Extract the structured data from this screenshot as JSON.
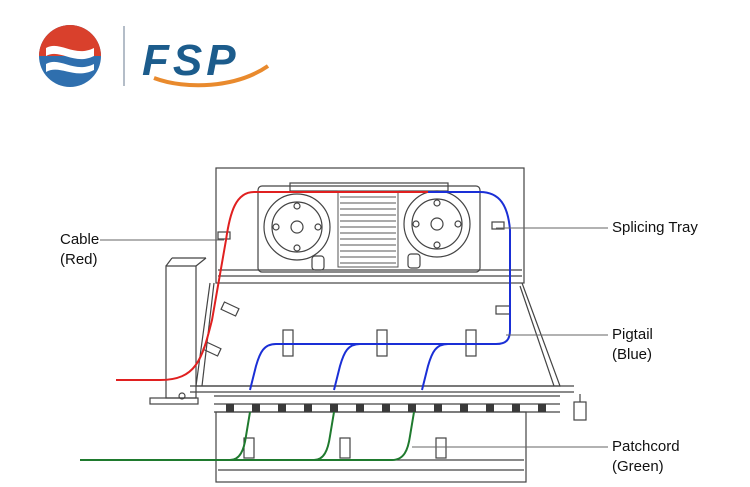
{
  "logo": {
    "wordmark": "FSP",
    "colors": {
      "red": "#d9402c",
      "blue": "#2f6fae",
      "orange": "#e98a2d",
      "navy": "#1c5c8c"
    }
  },
  "labels": {
    "cable_line1": "Cable",
    "cable_line2": "(Red)",
    "tray": "Splicing Tray",
    "pigtail_line1": "Pigtail",
    "pigtail_line2": "(Blue)",
    "patchcord_line1": "Patchcord",
    "patchcord_line2": "(Green)"
  },
  "colors": {
    "cable": "#e02020",
    "pigtail": "#1a2fd6",
    "patchcord": "#1f7a2e",
    "outline": "#444444",
    "text": "#111111"
  }
}
